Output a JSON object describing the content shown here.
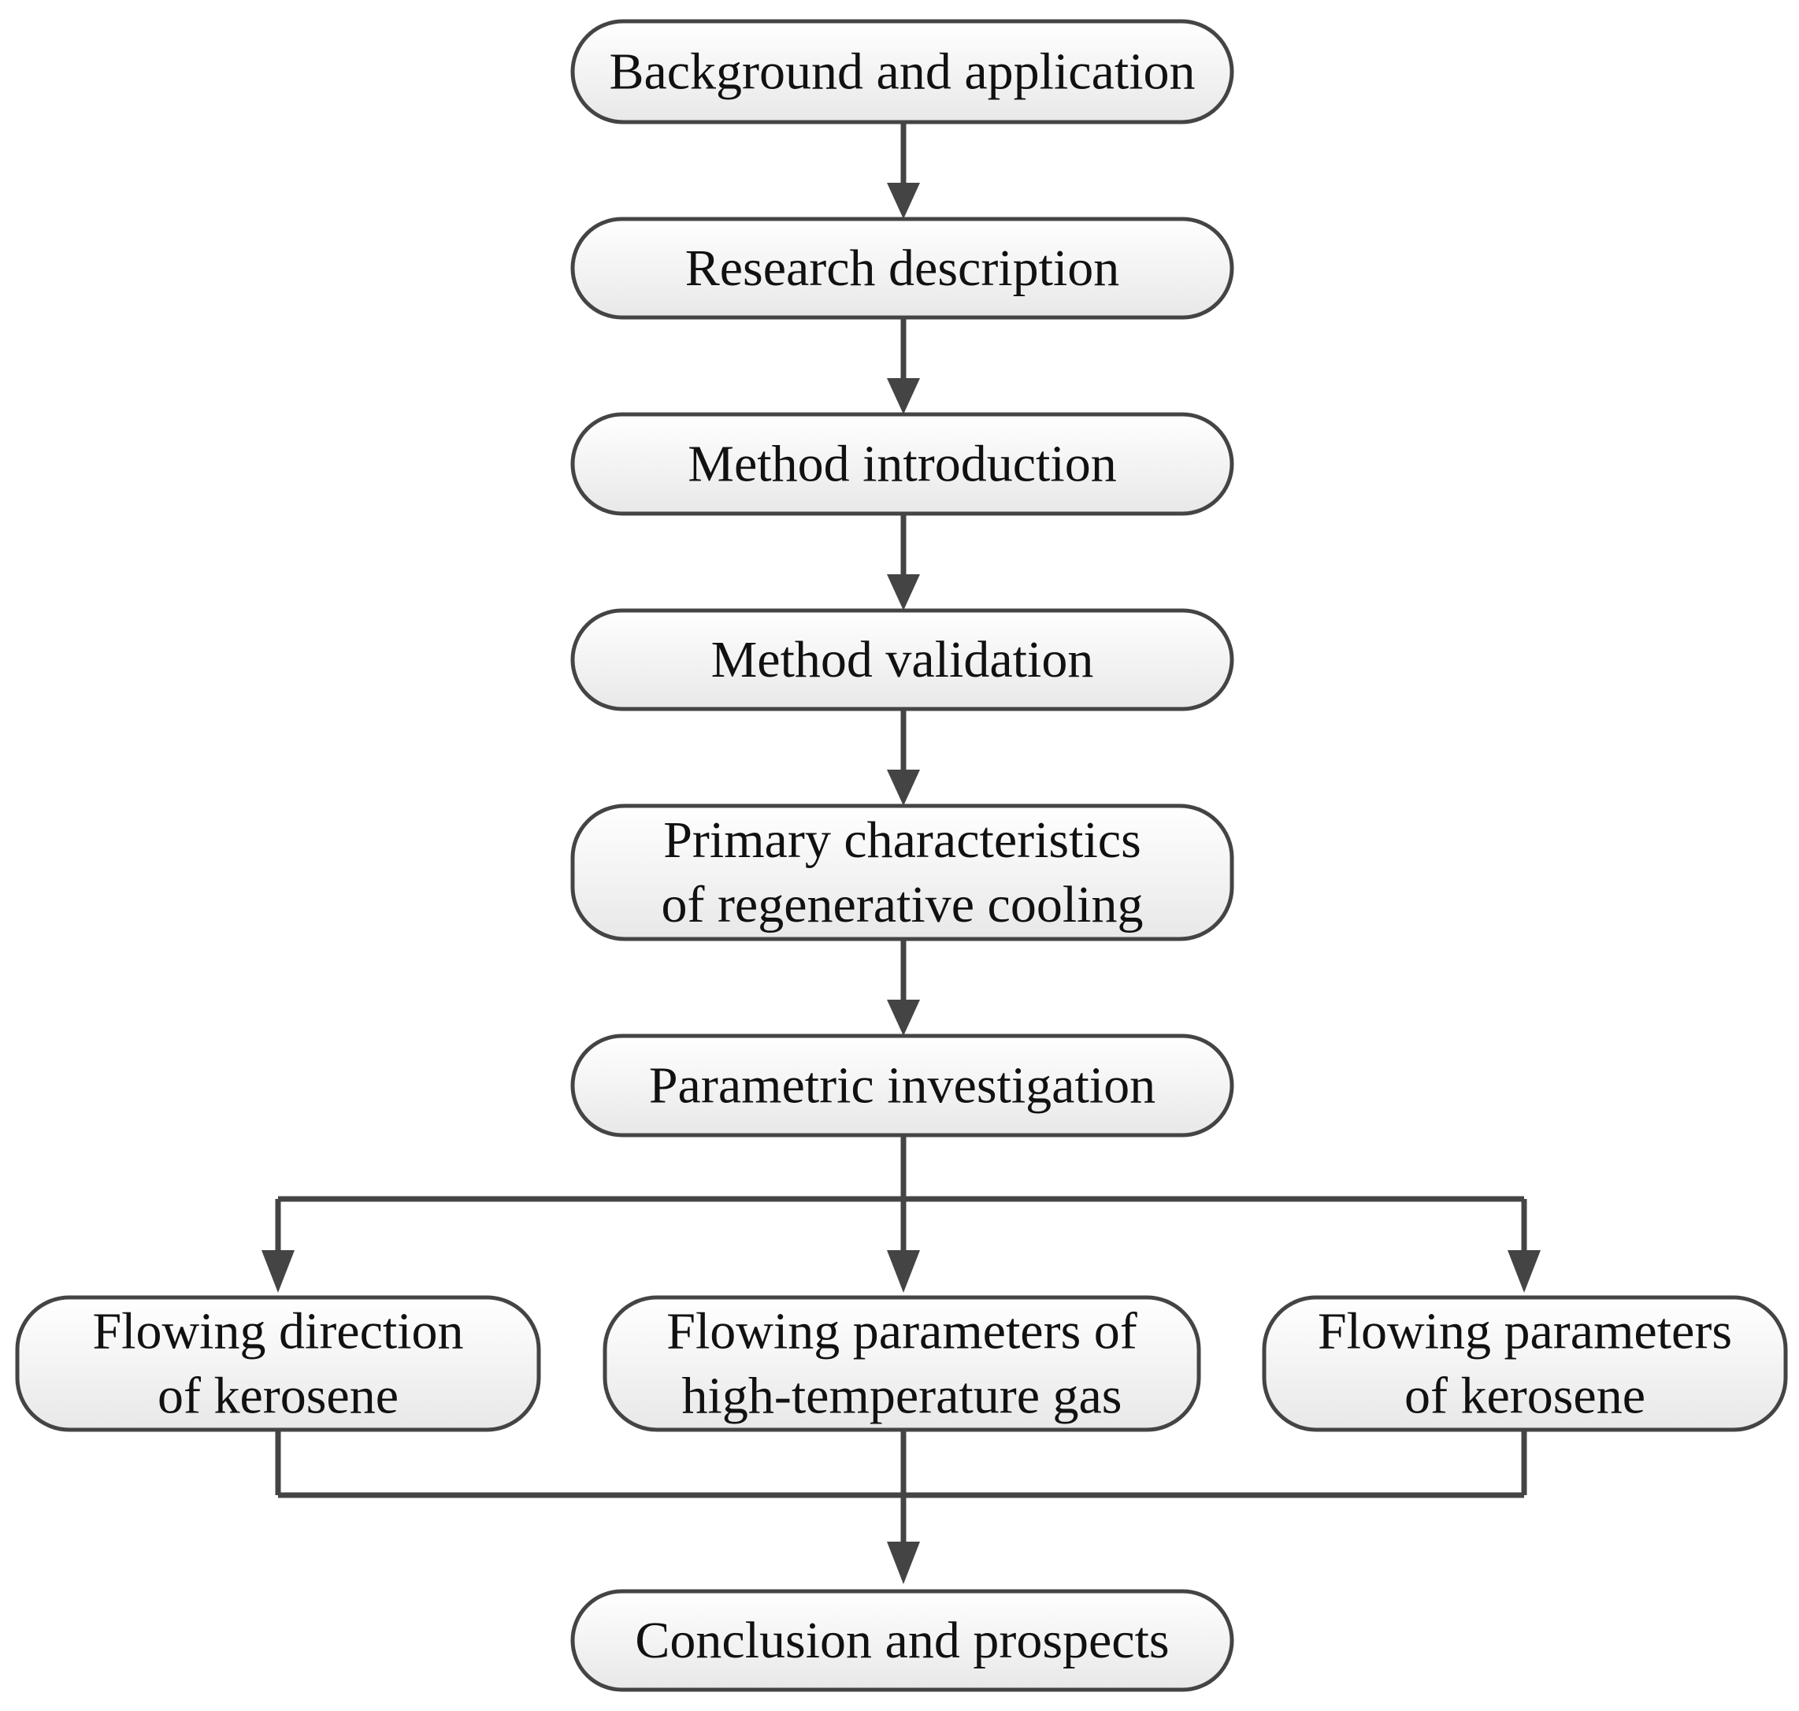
{
  "nodes": {
    "background": {
      "lines": [
        "Background and application"
      ]
    },
    "research": {
      "lines": [
        "Research description"
      ]
    },
    "method_intro": {
      "lines": [
        "Method introduction"
      ]
    },
    "method_validation": {
      "lines": [
        "Method validation"
      ]
    },
    "primary": {
      "lines": [
        "Primary characteristics",
        "of regenerative cooling"
      ]
    },
    "parametric": {
      "lines": [
        "Parametric investigation"
      ]
    },
    "flow_direction": {
      "lines": [
        "Flowing direction",
        "of kerosene"
      ]
    },
    "flow_gas": {
      "lines": [
        "Flowing parameters of",
        "high-temperature gas"
      ]
    },
    "flow_kerosene": {
      "lines": [
        "Flowing parameters",
        "of kerosene"
      ]
    },
    "conclusion": {
      "lines": [
        "Conclusion and prospects"
      ]
    }
  },
  "style": {
    "stroke": "#444444",
    "fill_top": "#ffffff",
    "fill_bottom": "#e8e8e8",
    "text": "#111111"
  }
}
